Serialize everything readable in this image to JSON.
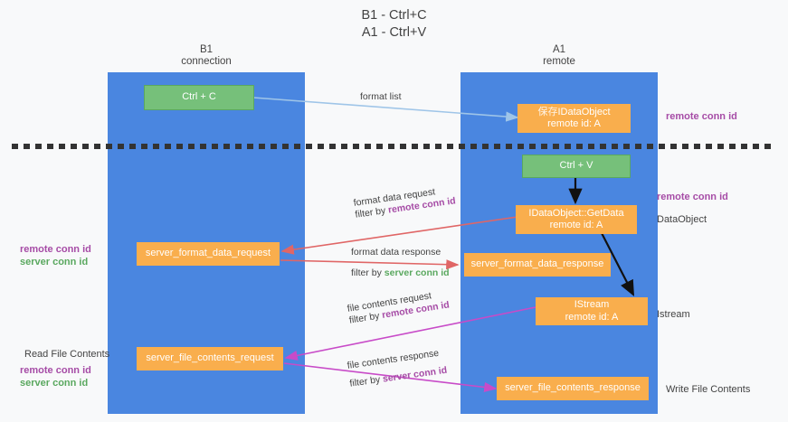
{
  "title": {
    "line1": "B1 - Ctrl+C",
    "line2": "A1 - Ctrl+V"
  },
  "lanes": [
    {
      "id": "b1",
      "title_line1": "B1",
      "title_line2": "connection",
      "color": "#4a86e0"
    },
    {
      "id": "a1",
      "title_line1": "A1",
      "title_line2": "remote",
      "color": "#4a86e0"
    }
  ],
  "nodes": {
    "ctrl_c": {
      "label": "Ctrl + C",
      "sub": "",
      "color": "#76c07a"
    },
    "idataobject_store": {
      "label": "IDataObject",
      "label_overlap": "保存",
      "sub": "remote id: A",
      "color": "#f9ae4d"
    },
    "ctrl_v": {
      "label": "Ctrl + V",
      "sub": "",
      "color": "#76c07a"
    },
    "getdata": {
      "label": "IDataObject::GetData",
      "sub": "remote id: A",
      "color": "#f9ae4d"
    },
    "fmt_req": {
      "label": "server_format_data_request",
      "sub": "",
      "color": "#f9ae4d"
    },
    "fmt_resp": {
      "label": "server_format_data_response",
      "sub": "",
      "color": "#f9ae4d"
    },
    "istream": {
      "label": "IStream",
      "sub": "remote id: A",
      "color": "#f9ae4d"
    },
    "file_req": {
      "label": "server_file_contents_request",
      "sub": "",
      "color": "#f9ae4d"
    },
    "file_resp": {
      "label": "server_file_contents_response",
      "sub": "",
      "color": "#f9ae4d"
    }
  },
  "edges": [
    {
      "id": "format_list",
      "line1": "format list",
      "line2_prefix": "",
      "line2_key": "",
      "color": "#9fc5e8"
    },
    {
      "id": "fmt_data_request",
      "line1": "format data request",
      "line2_prefix": "filter by ",
      "line2_key": "remote conn id",
      "key_color": "purple",
      "color": "#e06666"
    },
    {
      "id": "fmt_data_response",
      "line1": "format data response",
      "line2_prefix": "filter by ",
      "line2_key": "server conn id",
      "key_color": "green",
      "color": "#e06666"
    },
    {
      "id": "file_req_edge",
      "line1": "file contents request",
      "line2_prefix": "filter by ",
      "line2_key": "remote conn id",
      "key_color": "purple",
      "color": "#c84bc8"
    },
    {
      "id": "file_resp_edge",
      "line1": "file contents response",
      "line2_prefix": "filter by ",
      "line2_key": "server conn id",
      "key_color": "purple",
      "color": "#c84bc8"
    }
  ],
  "annotations": {
    "right_top_remote_conn_id": "remote conn id",
    "right_mid_remote_conn_id": "remote conn id",
    "right_dataobject": "DataObject",
    "right_istream": "Istream",
    "right_write_file_contents": "Write File Contents",
    "left_read_file_contents": "Read File Contents",
    "left_remote_conn_id_a": "remote conn id",
    "left_server_conn_id_a": "server conn id",
    "left_remote_conn_id_b": "remote conn id",
    "left_server_conn_id_b": "server conn id"
  },
  "colors": {
    "lane_blue": "#4a86e0",
    "node_green": "#76c07a",
    "node_orange": "#f9ae4d",
    "purple": "#a64ca6",
    "green_text": "#5aa85f",
    "red_arrow": "#e06666",
    "blue_arrow": "#9fc5e8",
    "magenta_arrow": "#c84bc8",
    "divider": "#333333",
    "background": "#f8f9fa",
    "text": "#434343"
  },
  "divider": {
    "style": "dashed",
    "color": "#333333"
  }
}
